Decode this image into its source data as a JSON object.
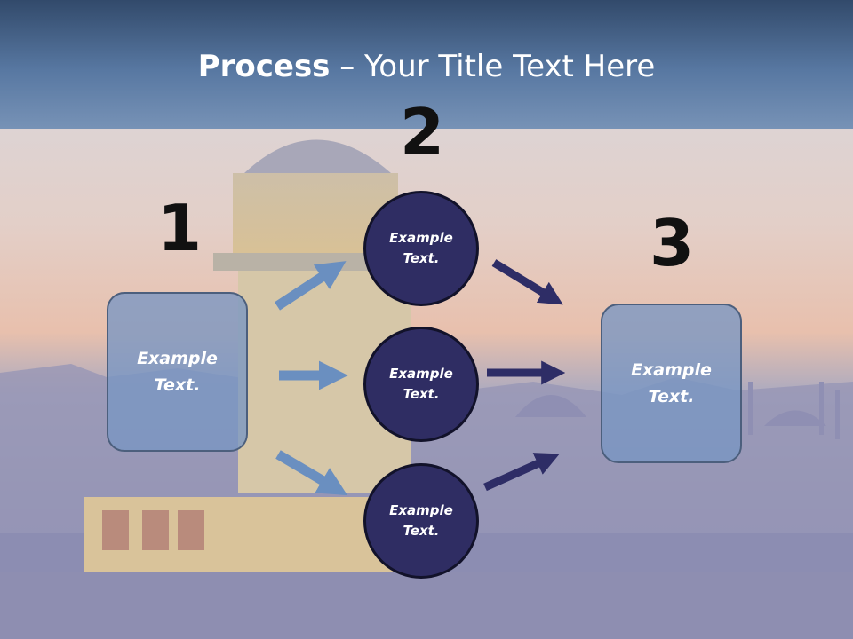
{
  "slide": {
    "title_bold": "Process",
    "title_rest": " – Your Title Text Here",
    "step_numbers": [
      "1",
      "2",
      "3"
    ],
    "left_box": {
      "line1": "Example",
      "line2": "Text."
    },
    "right_box": {
      "line1": "Example",
      "line2": "Text."
    },
    "circles": [
      {
        "line1": "Example",
        "line2": "Text."
      },
      {
        "line1": "Example",
        "line2": "Text."
      },
      {
        "line1": "Example",
        "line2": "Text."
      }
    ]
  },
  "colors": {
    "header": "#4d6c95",
    "box_fill": "#7896c3",
    "circle_fill": "#2f2d63",
    "arrow_light": "#6a8fc0",
    "arrow_dark": "#2e2d66"
  }
}
